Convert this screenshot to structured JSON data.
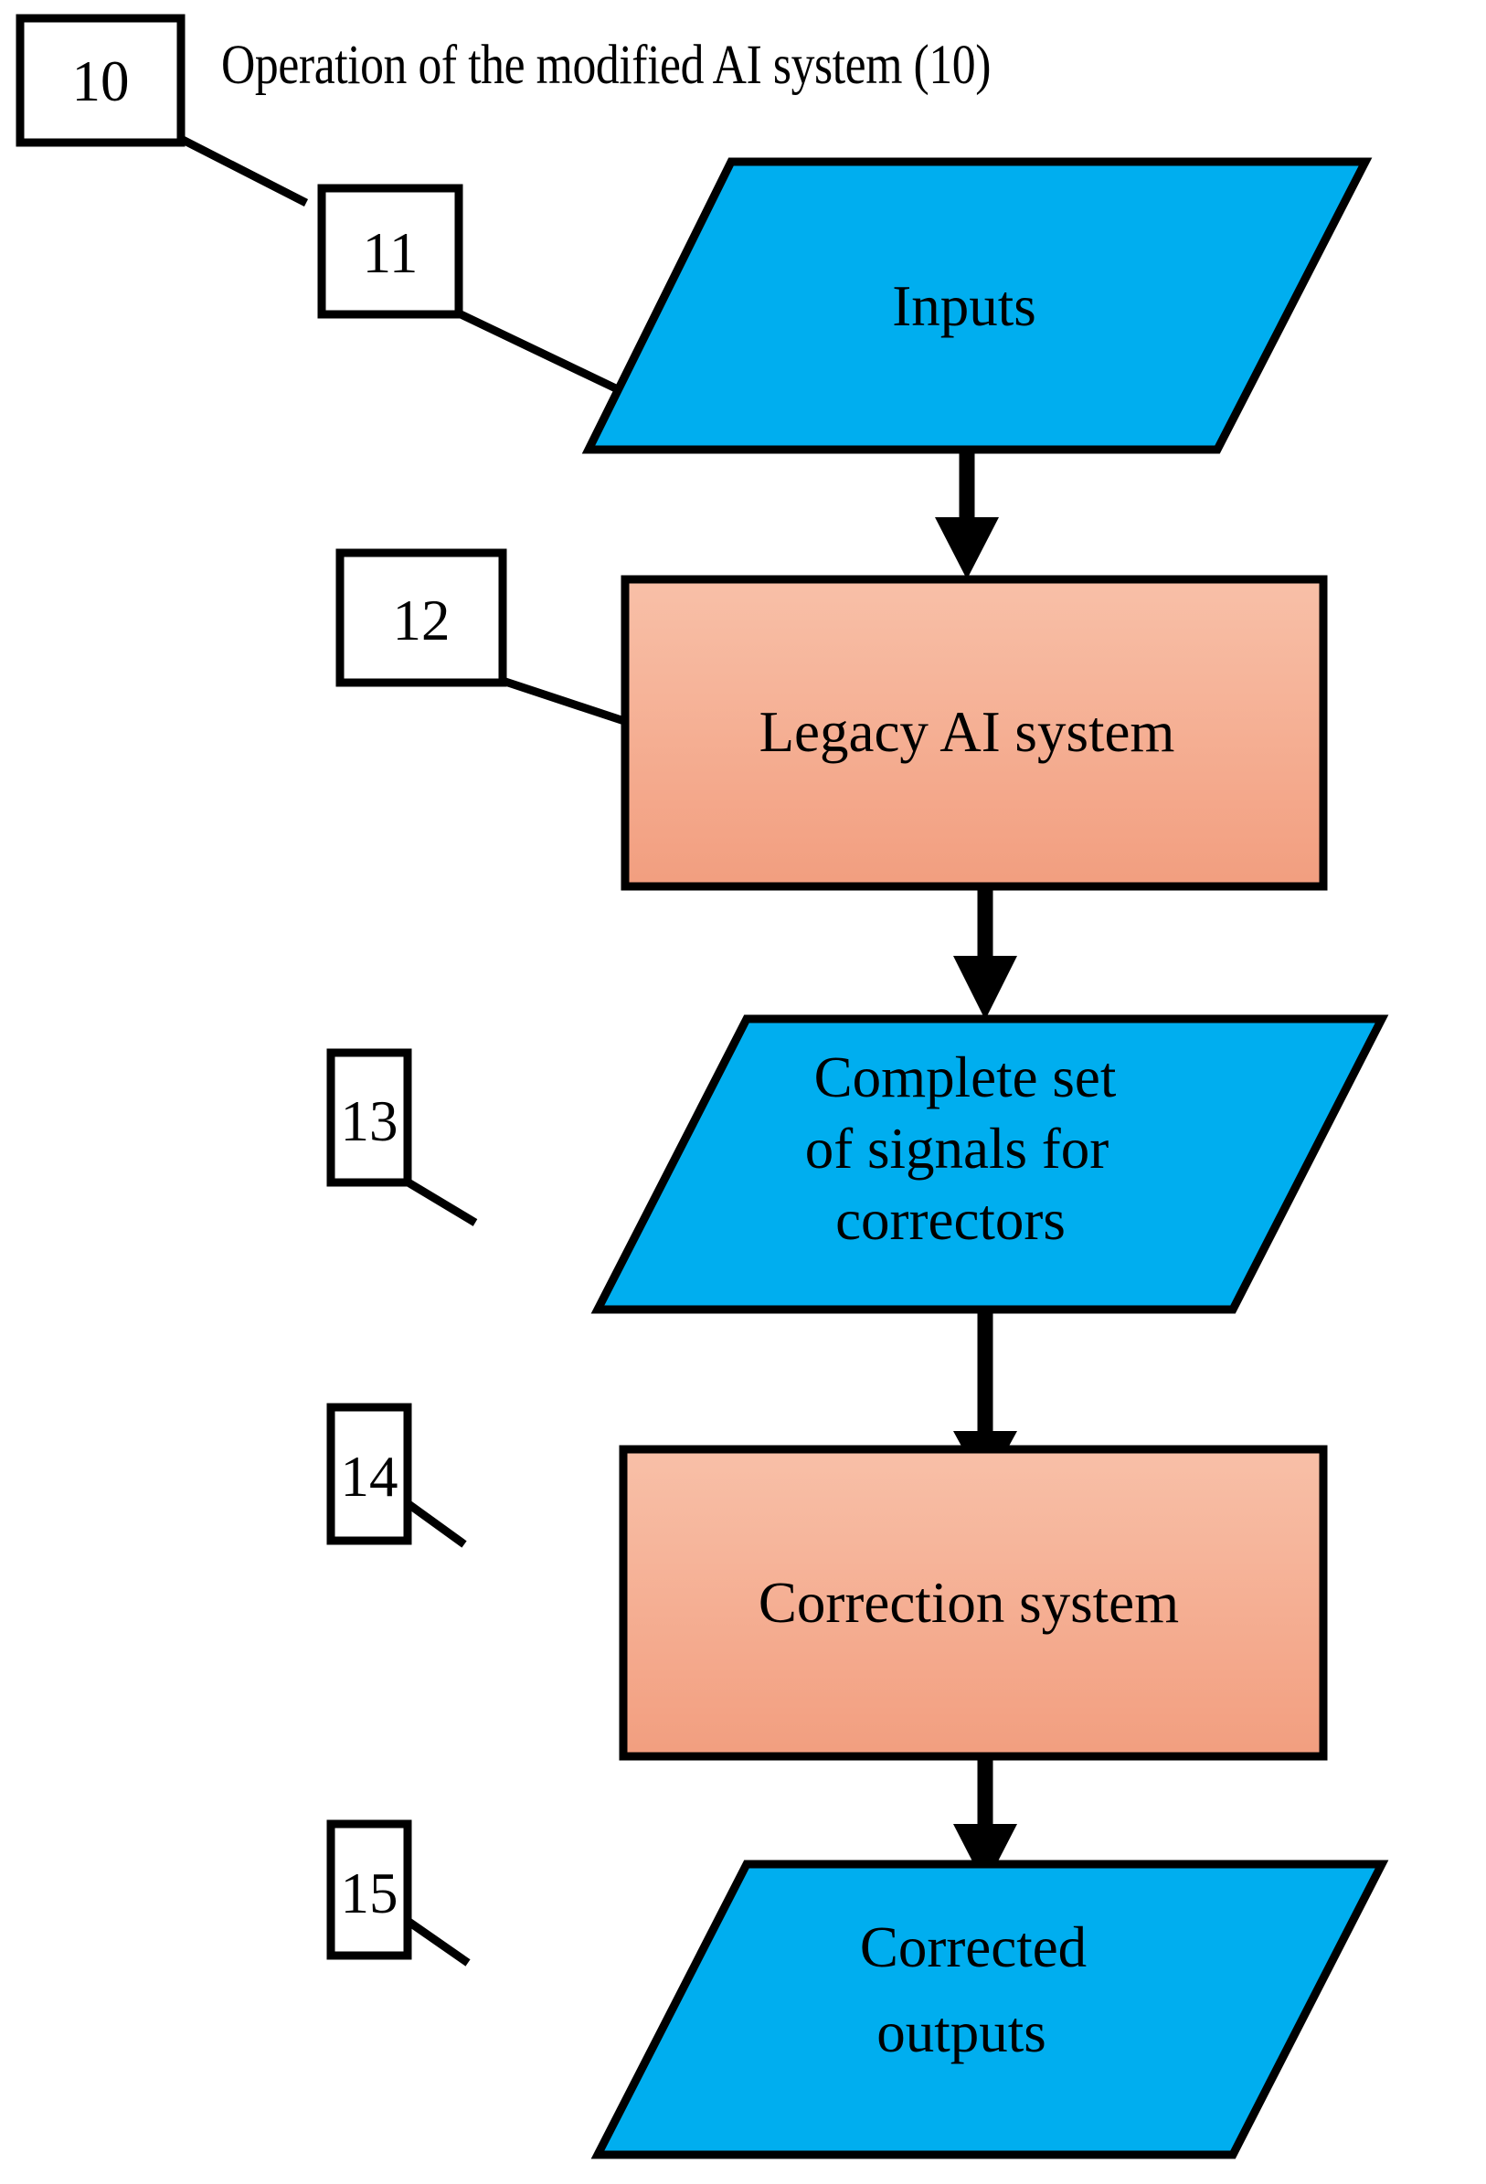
{
  "figure": {
    "title": "Operation of the modified AI system (10)",
    "background_color": "#ffffff",
    "outline_color": "#000000"
  },
  "palette": {
    "io_shape_fill": "#00AEEF",
    "process_shape_fill_top": "#F7BDA4",
    "process_shape_fill_bottom": "#F3A183",
    "reference_box_fill": "#ffffff",
    "stroke": "#000000"
  },
  "reference_labels": [
    {
      "id": "ref-10",
      "number": "10",
      "target": "figure-title"
    },
    {
      "id": "ref-11",
      "number": "11",
      "target": "inputs"
    },
    {
      "id": "ref-12",
      "number": "12",
      "target": "legacy-ai-system"
    },
    {
      "id": "ref-13",
      "number": "13",
      "target": "complete-set-of-signals"
    },
    {
      "id": "ref-14",
      "number": "14",
      "target": "correction-system"
    },
    {
      "id": "ref-15",
      "number": "15",
      "target": "corrected-outputs"
    }
  ],
  "nodes": [
    {
      "id": "inputs",
      "shape": "parallelogram",
      "kind": "io",
      "label": "Inputs",
      "lines": [
        "Inputs"
      ],
      "fill": "#00AEEF",
      "ref": "11"
    },
    {
      "id": "legacy-ai-system",
      "shape": "rectangle",
      "kind": "process",
      "label": "Legacy AI system",
      "lines": [
        "Legacy AI system"
      ],
      "fill": "#F4AE90",
      "ref": "12"
    },
    {
      "id": "complete-set-of-signals",
      "shape": "parallelogram",
      "kind": "io",
      "label": "Complete set of signals for correctors",
      "lines": [
        "Complete set",
        "of signals for",
        "correctors"
      ],
      "fill": "#00AEEF",
      "ref": "13"
    },
    {
      "id": "correction-system",
      "shape": "rectangle",
      "kind": "process",
      "label": "Correction system",
      "lines": [
        "Correction system"
      ],
      "fill": "#F4AE90",
      "ref": "14"
    },
    {
      "id": "corrected-outputs",
      "shape": "parallelogram",
      "kind": "io",
      "label": "Corrected outputs",
      "lines": [
        "Corrected",
        "outputs"
      ],
      "fill": "#00AEEF",
      "ref": "15"
    }
  ],
  "flow_edges": [
    {
      "id": "edge-1",
      "from": "inputs",
      "to": "legacy-ai-system"
    },
    {
      "id": "edge-2",
      "from": "legacy-ai-system",
      "to": "complete-set-of-signals"
    },
    {
      "id": "edge-3",
      "from": "complete-set-of-signals",
      "to": "correction-system"
    },
    {
      "id": "edge-4",
      "from": "correction-system",
      "to": "corrected-outputs"
    }
  ]
}
